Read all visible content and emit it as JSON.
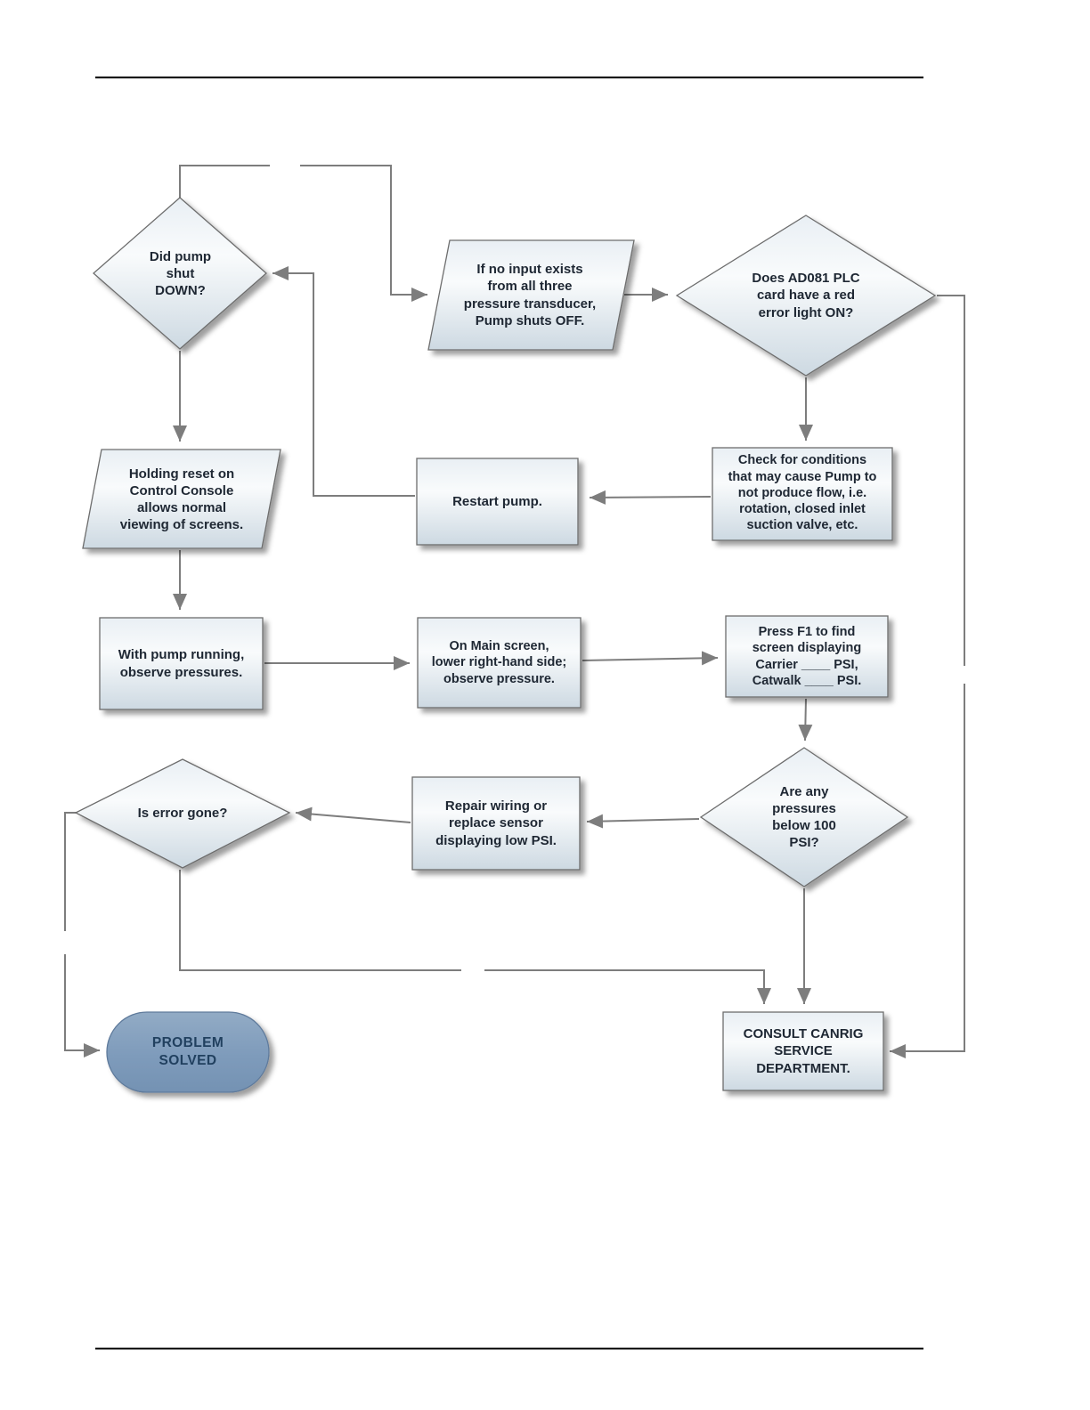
{
  "diagram": {
    "type": "flowchart",
    "description": "Pump shutdown / pressure transducer troubleshooting flowchart"
  },
  "colors": {
    "shape_fill_top": "#e9eff4",
    "shape_fill_bottom": "#cdd9e2",
    "shape_border": "#6d6d6d",
    "connector_gray": "#7d7d7d",
    "terminal_fill": "#7e9bbb",
    "terminal_border": "#5e7a9b",
    "node_text": "#1e2733",
    "terminal_text": "#21405f",
    "page_rule": "#1a1a1a"
  },
  "nodes": {
    "did_pump_shut_down": "Did pump\nshut\nDOWN?",
    "no_input_transducer": "If no input exists\nfrom all three\npressure transducer,\nPump shuts OFF.",
    "ad081_red_light": "Does AD081 PLC\ncard have a red\nerror light ON?",
    "holding_reset": "Holding reset on\nControl Console\nallows normal\nviewing of screens.",
    "restart_pump": "Restart pump.",
    "check_conditions": "Check for conditions\nthat may cause Pump to\nnot produce flow, i.e.\nrotation, closed inlet\nsuction valve, etc.",
    "pump_running_observe": "With pump running,\nobserve pressures.",
    "main_screen_observe": "On Main screen,\nlower right-hand side;\nobserve pressure.",
    "press_f1": "Press F1 to find\nscreen displaying\nCarrier ____ PSI,\nCatwalk ____ PSI.",
    "pressures_below_100": "Are any\npressures\nbelow 100\nPSI?",
    "repair_wiring": "Repair wiring or\nreplace sensor\ndisplaying low PSI.",
    "is_error_gone": "Is error gone?",
    "problem_solved": "PROBLEM\nSOLVED",
    "consult_canrig": "CONSULT CANRIG\nSERVICE\nDEPARTMENT."
  },
  "edges": [
    {
      "from": "did_pump_shut_down",
      "to": "no_input_transducer"
    },
    {
      "from": "no_input_transducer",
      "to": "ad081_red_light"
    },
    {
      "from": "ad081_red_light",
      "to": "check_conditions"
    },
    {
      "from": "ad081_red_light",
      "to": "consult_canrig"
    },
    {
      "from": "check_conditions",
      "to": "restart_pump"
    },
    {
      "from": "restart_pump",
      "to": "did_pump_shut_down"
    },
    {
      "from": "did_pump_shut_down",
      "to": "holding_reset"
    },
    {
      "from": "holding_reset",
      "to": "pump_running_observe"
    },
    {
      "from": "pump_running_observe",
      "to": "main_screen_observe"
    },
    {
      "from": "main_screen_observe",
      "to": "press_f1"
    },
    {
      "from": "press_f1",
      "to": "pressures_below_100"
    },
    {
      "from": "pressures_below_100",
      "to": "repair_wiring"
    },
    {
      "from": "pressures_below_100",
      "to": "consult_canrig"
    },
    {
      "from": "repair_wiring",
      "to": "is_error_gone"
    },
    {
      "from": "is_error_gone",
      "to": "problem_solved"
    },
    {
      "from": "is_error_gone",
      "to": "consult_canrig"
    }
  ]
}
